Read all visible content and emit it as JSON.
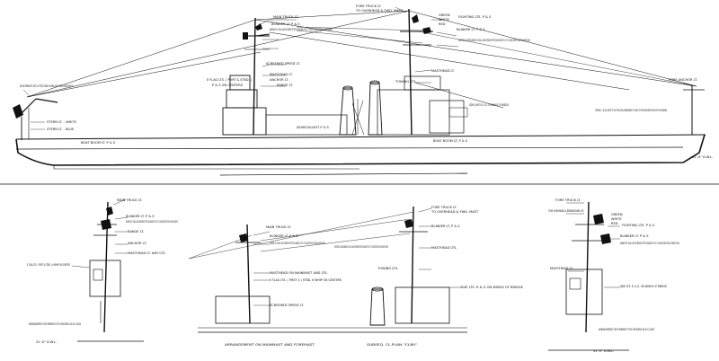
{
  "main_profile": {
    "labels": {
      "fore_truck": "FORE TRUCK LT.",
      "fore_truck_sub": "TO OVERHEAD & FWD. MAST",
      "main_truck": "MAIN TRUCK LT.",
      "blinker_1": "BLINKER LT. P & S",
      "blinker_note": "BLINKER LTS. SHALL HAVE SCREENS FITTED ON INSIDE OF LTS. TO AVOID REFLECTION ON WHITE DECK",
      "fighting_lts": "FIGHTING LTS. P & S",
      "blinker_2": "BLINKER LT. P & S",
      "green_1": "GREEN",
      "white_1": "WHITE",
      "red_1": "RED",
      "fighting_note": "FIGHTING LTS. WITH BLINKER LTS. SHALL HAVE SCREENS FITTED ON INSIDE OF LTS. TO AVOID REFLECTION ON WHITE DECK",
      "masthead": "MASTHEAD LT.",
      "screened_speed": "SCREENED SPEED LT.",
      "masthead_2": "MASTHEAD LT.",
      "range_lt": "RANGE LT.",
      "towing": "TOWING LTS.",
      "side_lights": "SIDE LIGHTS R. & G. ON WINGS OF BRIDGE",
      "eflag": "E FLAG LTS. ( PORT & STBD. )",
      "anchor_left": "ANCHOR LT.",
      "eflag_sub": "P & S ON CENTERS",
      "stern_rule": "ATTACHMENTS NOT LISTED TAKE IN BELOW FORE ANCHOR LT.",
      "stern_white": "STERN LT. - WHITE",
      "stern_blue": "STERN LT. - BLUE",
      "boat_boom": "BOAT BOOM LT. P & S",
      "boat_boom_2": "BOAT BOOM LT. P & S",
      "searchlight": "SEARCHLIGHT P & S",
      "steering_note": "STEERING LT. - ACTUAL HEIGHT TO SUIT STRUCTURAL ARRANGEMENT OF VESSEL TO PROVIDE UNOBSTRUCTED LIGHT FOR HELMSMAN",
      "fore_anchor": "FORE ANCHOR LT.",
      "dwl": "31'-0\" D.W.L."
    }
  },
  "detail_left": {
    "labels": {
      "main_truck": "MAIN TRUCK LT.",
      "blinker_top": "BLINKER LT. P & S",
      "blinker_note": "BLINKER LTS. SHALL HAVE SCREENS FITTED ON INSIDE OF LTS. TO AVOID REFLECTION ON WHITE DECK",
      "range": "RANGE LT.",
      "anchor": "ANCHOR LT.",
      "masthead": "MASTHEAD LT. ANY LTS.",
      "eflag": "E FLAG LTS. ( PORT & STBD. ) 6 WHIP ON CENTERS"
    },
    "caption": "ARRANGEMENT ON FOREMAST FOR CRUISERS 40-43 CLASS",
    "dwl": "31'-0\" D.W.L."
  },
  "detail_mid": {
    "labels": {
      "main_truck": "MAIN TRUCK LT.",
      "blinker": "BLINKER LT. P & S",
      "blinker_note": "BLINKER LTS. SHALL HAVE SCREENS FITTED ON INSIDE OF LTS. TO AVOID REFLECTION ON WHITE DECK",
      "masthead_mainmast": "MASTHEAD ON MAINMAST AND LTS.",
      "eflag": "E FLAG LTS. ( FIRST S ) STBD. 6 WHIP ON CENTERS",
      "screened_speed": "SCREENED SPEED LT.",
      "fore_truck": "FORE TRUCK LT.",
      "fore_truck_sub": "TO OVERHEAD & FWD. MAST",
      "blinker_2": "BLINKER LT. P & S",
      "fighting": "FIGHTING LTS. AND BLINKER LTS. SHALL HAVE SCREENS FITTED ON INSIDE OF LTS. TO AVOID REFLECTION ON WHITE DECK",
      "masthead_2": "MASTHEAD LTS.",
      "towing": "TOWING LTS.",
      "side_lights": "SIDE LTS. R & G ON WINGS OF BRIDGE"
    },
    "caption_left": "ARRANGEMENT ON MAINMAST AND FOREMAST",
    "caption_right": "SUBSEQ. CL.PLAN \"CL80\""
  },
  "detail_right": {
    "labels": {
      "fore_truck": "FORE TRUCK LT.",
      "tow_overhead": "TOW OVERHEAD & BREAKDOWN LTS.",
      "green": "GREEN",
      "white": "WHITE",
      "red": "RED",
      "fighting": "FIGHTING LTS. P & S",
      "blinker": "BLINKER LT. P & S",
      "blinker_note": "BLINKER LTS. SHALL HAVE SCREENS FITTED ON INSIDE OF LTS. TO AVOID REFLECTION ON WHITE DECK",
      "masthead": "MASTHEAD LT.",
      "side": "SIDE LTS. R. & G. ON WINGS OF BRIDGE"
    },
    "caption": "ARRANGEMENT ON FOREMAST FOR CRUISERS 40-43 CLASS",
    "dwl": "31'-0\" D.W.L."
  }
}
